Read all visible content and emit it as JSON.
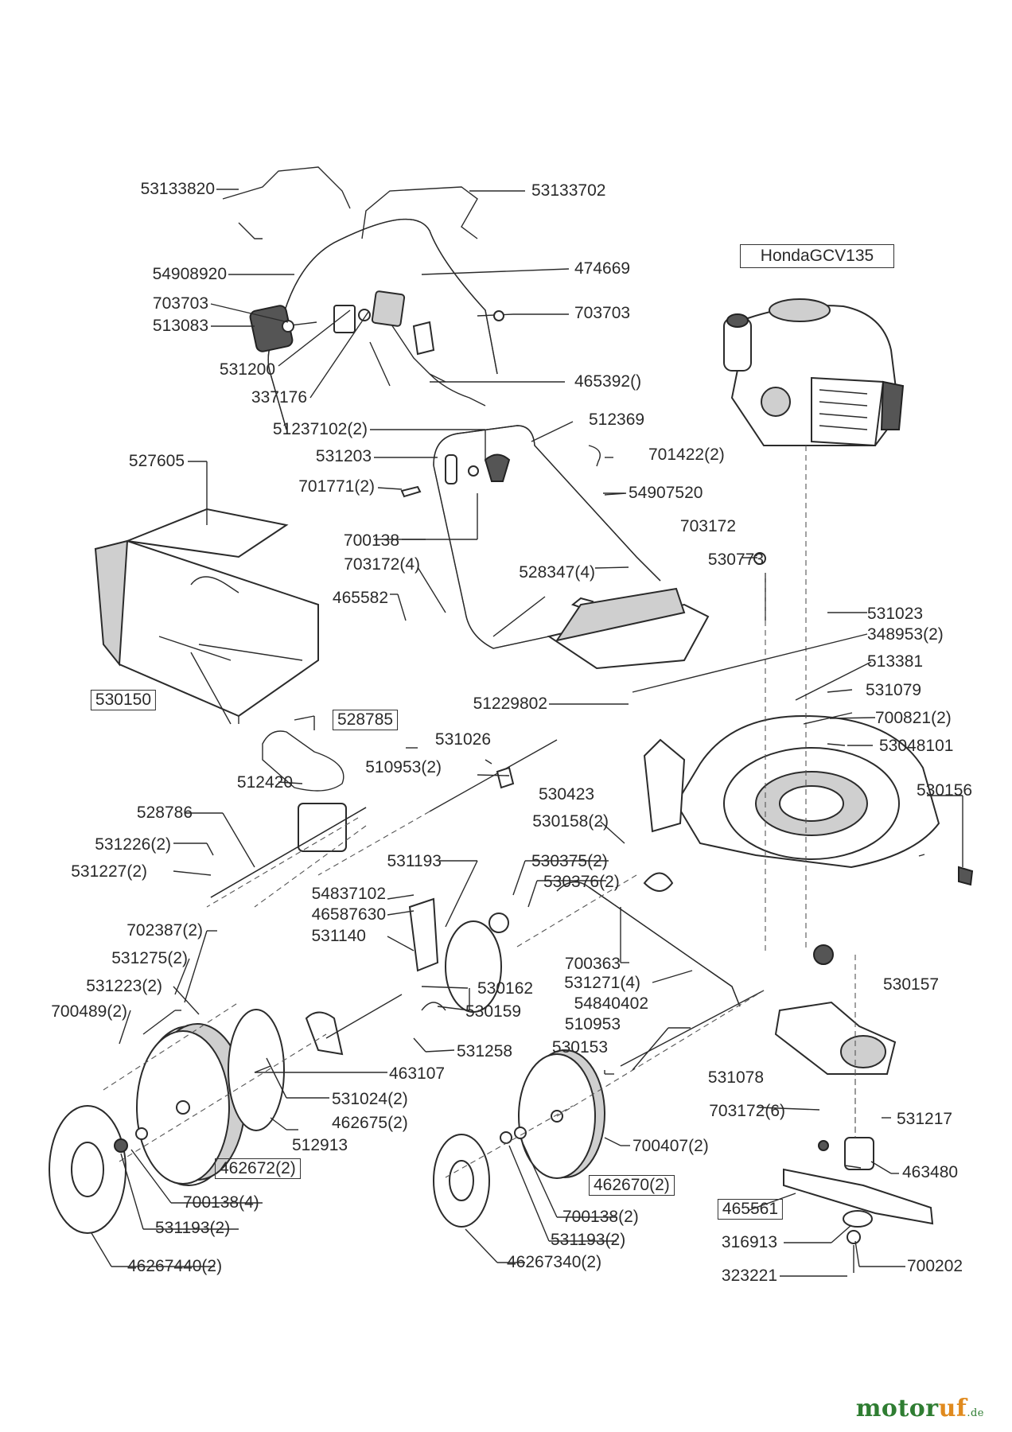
{
  "engine_title": "HondaGCV135",
  "brand": {
    "part1": "motor",
    "part2": "uf",
    "tld": ".de"
  },
  "labels": [
    "53133820",
    "53133702",
    "54908920",
    "474669",
    "703703",
    "513083",
    "703703",
    "531200",
    "465392()",
    "337176",
    "51237102(2)",
    "512369",
    "531203",
    "701422(2)",
    "527605",
    "701771(2)",
    "54907520",
    "700138",
    "703172",
    "703172(4)",
    "530773",
    "528347(4)",
    "465582",
    "531023",
    "348953(2)",
    "513381",
    "531079",
    "51229802",
    "530150",
    "700821(2)",
    "528785",
    "531026",
    "53048101",
    "510953(2)",
    "512420",
    "530423",
    "530156",
    "528786",
    "530158(2)",
    "531226(2)",
    "531227(2)",
    "531193",
    "530375(2)",
    "530376(2)",
    "54837102",
    "46587630",
    "702387(2)",
    "531140",
    "531275(2)",
    "700363",
    "530162",
    "531271(4)",
    "531223(2)",
    "54840402",
    "530157",
    "530159",
    "700489(2)",
    "510953",
    "531258",
    "530153",
    "463107",
    "531078",
    "531024(2)",
    "703172(6)",
    "531217",
    "462675(2)",
    "512913",
    "700407(2)",
    "462672(2)",
    "463480",
    "462670(2)",
    "700138(4)",
    "465561",
    "531193(2)",
    "700138(2)",
    "531193(2)",
    "316913",
    "700202",
    "46267440(2)",
    "46267340(2)",
    "323221"
  ]
}
